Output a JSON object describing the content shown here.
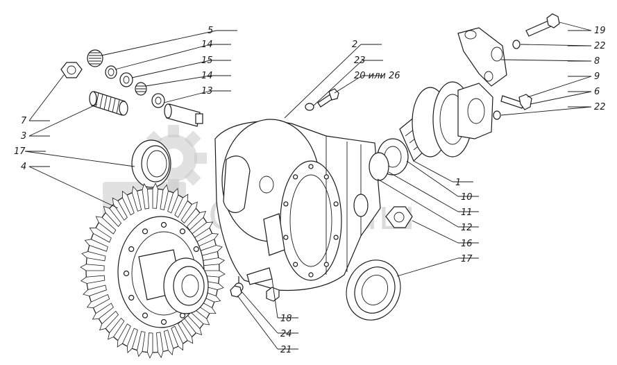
{
  "watermark": {
    "text": "СпецМаш",
    "color": "#bdbdbd"
  },
  "callouts": [
    {
      "id": "c5",
      "label": "5"
    },
    {
      "id": "c14a",
      "label": "14"
    },
    {
      "id": "c15",
      "label": "15"
    },
    {
      "id": "c14b",
      "label": "14"
    },
    {
      "id": "c13",
      "label": "13"
    },
    {
      "id": "c7",
      "label": "7"
    },
    {
      "id": "c3",
      "label": "3"
    },
    {
      "id": "c17a",
      "label": "17"
    },
    {
      "id": "c4",
      "label": "4"
    },
    {
      "id": "c2",
      "label": "2"
    },
    {
      "id": "c23",
      "label": "23"
    },
    {
      "id": "c20",
      "label": "20 или 26"
    },
    {
      "id": "c19",
      "label": "19"
    },
    {
      "id": "c22a",
      "label": "22"
    },
    {
      "id": "c8",
      "label": "8"
    },
    {
      "id": "c9",
      "label": "9"
    },
    {
      "id": "c6",
      "label": "6"
    },
    {
      "id": "c22b",
      "label": "22"
    },
    {
      "id": "c1",
      "label": "1"
    },
    {
      "id": "c10",
      "label": "10"
    },
    {
      "id": "c11",
      "label": "11"
    },
    {
      "id": "c12",
      "label": "12"
    },
    {
      "id": "c16",
      "label": "16"
    },
    {
      "id": "c17b",
      "label": "17"
    },
    {
      "id": "c18",
      "label": "18"
    },
    {
      "id": "c24",
      "label": "24"
    },
    {
      "id": "c21",
      "label": "21"
    }
  ]
}
